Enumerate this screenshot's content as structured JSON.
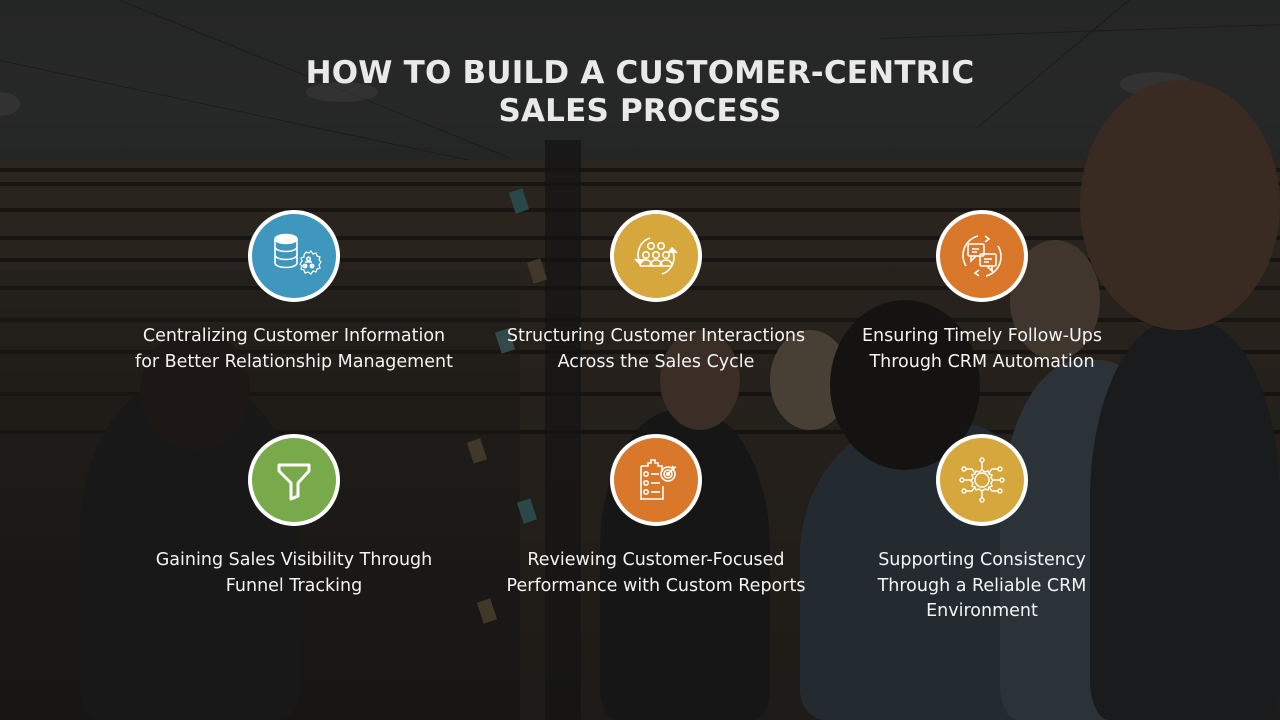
{
  "slide": {
    "title_lines": [
      "HOW TO BUILD A CUSTOMER-CENTRIC",
      "SALES PROCESS"
    ]
  },
  "colors": {
    "blue": "#3f97bd",
    "gold": "#d6a73c",
    "orange": "#d9782b",
    "green": "#78a94b",
    "icon_border": "#ffffff",
    "title_text": "#e9e9e9",
    "body_text": "#f4f4f4"
  },
  "cards": [
    {
      "icon": "database-users-gear-icon",
      "color": "#3f97bd",
      "lines": [
        "Centralizing Customer Information",
        "for Better Relationship Management"
      ]
    },
    {
      "icon": "team-cycle-icon",
      "color": "#d6a73c",
      "lines": [
        "Structuring Customer Interactions",
        "Across the Sales Cycle"
      ]
    },
    {
      "icon": "chat-exchange-icon",
      "color": "#d9782b",
      "lines": [
        "Ensuring Timely Follow-Ups",
        "Through CRM Automation"
      ]
    },
    {
      "icon": "funnel-icon",
      "color": "#78a94b",
      "lines": [
        "Gaining Sales Visibility Through",
        "Funnel Tracking"
      ]
    },
    {
      "icon": "clipboard-target-icon",
      "color": "#d9782b",
      "lines": [
        "Reviewing Customer-Focused",
        "Performance with Custom Reports"
      ]
    },
    {
      "icon": "network-hub-icon",
      "color": "#d6a73c",
      "lines": [
        "Supporting Consistency",
        "Through a Reliable CRM",
        "Environment"
      ]
    }
  ]
}
